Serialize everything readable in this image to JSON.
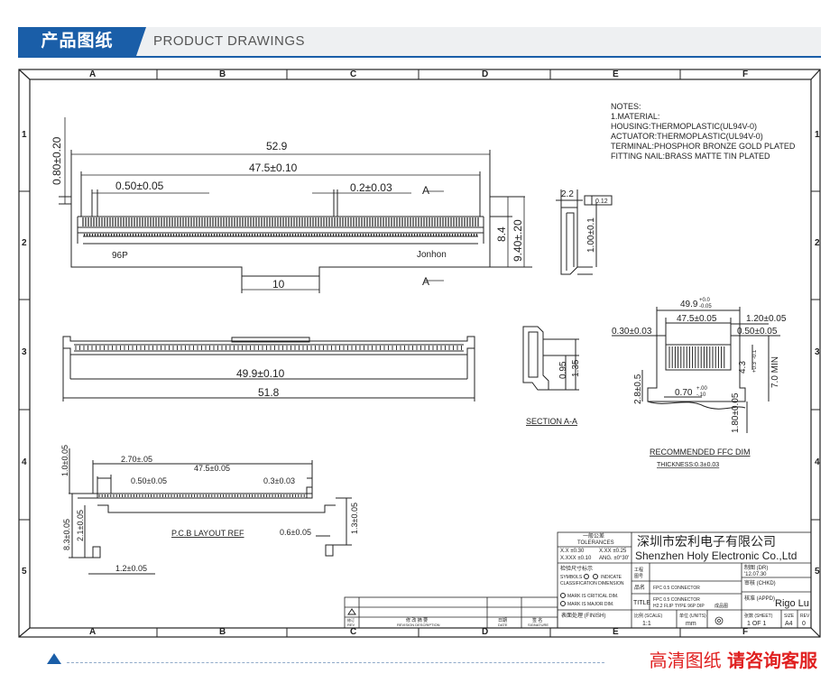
{
  "header": {
    "tab_cn": "产品图纸",
    "title_en": "PRODUCT DRAWINGS"
  },
  "frame": {
    "cols": [
      "A",
      "B",
      "C",
      "D",
      "E",
      "F"
    ],
    "rows": [
      "1",
      "2",
      "3",
      "4",
      "5"
    ]
  },
  "notes": [
    "NOTES:",
    "1.MATERIAL:",
    "HOUSING:THERMOPLASTIC(UL94V-0)",
    "ACTUATOR:THERMOPLASTIC(UL94V-0)",
    "TERMINAL:PHOSPHOR BRONZE GOLD PLATED",
    "FITTING NAIL:BRASS MATTE TIN PLATED"
  ],
  "top_view": {
    "dim_overall": "52.9",
    "dim_pitch_span": "47.5±0.10",
    "dim_pitch": "0.50±0.05",
    "dim_contact": "0.2±0.03",
    "dim_height": "0.80±0.20",
    "dim_depth_a": "8.4",
    "dim_depth_b": "9.40±.20",
    "dim_bottom": "10",
    "label_pins": "96P",
    "label_brand": "Jonhon",
    "section_mark": "A"
  },
  "side_view": {
    "dim_width": "2.2",
    "dim_flat": "0.12",
    "dim_height": "1.00±0.1"
  },
  "front_view": {
    "dim_body": "49.9±0.10",
    "dim_overall": "51.8"
  },
  "section": {
    "dim_a": "0.95",
    "dim_b": "1.35",
    "label": "SECTION A-A"
  },
  "ffc": {
    "dim_total": "49.9",
    "dim_total_tol_up": "+0.0",
    "dim_total_tol_dn": "-0.05",
    "dim_pitch_span": "47.5±0.05",
    "dim_edge": "1.20±0.05",
    "dim_left": "0.30±0.03",
    "dim_pitch": "0.50±0.05",
    "dim_tab": "4.3",
    "dim_tab_tol_up": "+0.3",
    "dim_tab_tol_dn": "-0.1",
    "dim_min": "7.0 MIN",
    "dim_side": "2.8±0.5",
    "dim_width": "0.70",
    "dim_width_tol_up": "+.00",
    "dim_width_tol_dn": "-.10",
    "dim_bottom": "1.80±0.05",
    "label": "RECOMMENDED FFC DIM",
    "thickness": "THICKNESS:0.3±0.03"
  },
  "pcb": {
    "dim_a": "1.0±0.05",
    "dim_b": "2.70±.05",
    "dim_c": "47.5±0.05",
    "dim_d": "0.50±0.05",
    "dim_e": "0.3±0.03",
    "dim_f": "1.3±0.05",
    "dim_g": "8.3±0.05",
    "dim_h": "2.1±0.05",
    "dim_i": "0.6±0.05",
    "dim_j": "1.2±0.05",
    "label": "P.C.B LAYOUT REF"
  },
  "title_block": {
    "tol_cn": "一般公差",
    "tol_en": "TOLERANCES",
    "tol_1": "X.X ±0.30",
    "tol_2": "X.XX ±0.25",
    "tol_3": "X.XXX ±0.10",
    "tol_4": "ANG. ±0°30'",
    "company_cn": "深圳市宏利电子有限公司",
    "company_en": "Shenzhen Holy Electronic Co.,Ltd",
    "check_cn": "检验尺寸标示",
    "check_1": "SYMBOLS",
    "check_2": "INDICATE",
    "check_3": "CLASSIFICATION DIMENSION",
    "check_4": "MARK IS CRITICAL DIM.",
    "check_5": "MARK IS MAJOR DIM.",
    "finish": "表面处理 (FINISH)",
    "part_cn": "工程",
    "part_cn2": "图号",
    "name_cn": "品名",
    "name_val": "FPC 0.5 CONNECTOR",
    "title_lbl": "TITLE",
    "title_val_1": "FPC 0.5 CONNECTOR",
    "title_val_2": "H2.2 FLIP TYPE 96P DIP",
    "title_val_3": "成品图",
    "drawn_lbl": "制图 (DR)",
    "drawn_date": "'12.07.30",
    "check_lbl": "审核 (CHKD)",
    "appd_lbl": "核准 (APPD)",
    "appd_val": "Rigo Lu",
    "scale_lbl": "比例 (SCALE)",
    "scale_val": "1:1",
    "unit_lbl": "单位 (UNITS)",
    "unit_val": "mm",
    "sheet_lbl": "张数 (SHEET)",
    "sheet_val": "1 OF 1",
    "size_lbl": "SIZE",
    "size_val": "A4",
    "rev_lbl": "REV",
    "rev_val": "0",
    "rev_cn": "修订",
    "rev_en": "REV",
    "desc_cn": "修 改 摘 要",
    "desc_en": "REVISION DESCRIPTION",
    "date_cn": "日期",
    "date_en": "DATE",
    "sign_cn": "签 名",
    "sign_en": "SIGNATURE"
  },
  "footer": {
    "text_a": "高清图纸",
    "text_b": "请咨询客服"
  }
}
